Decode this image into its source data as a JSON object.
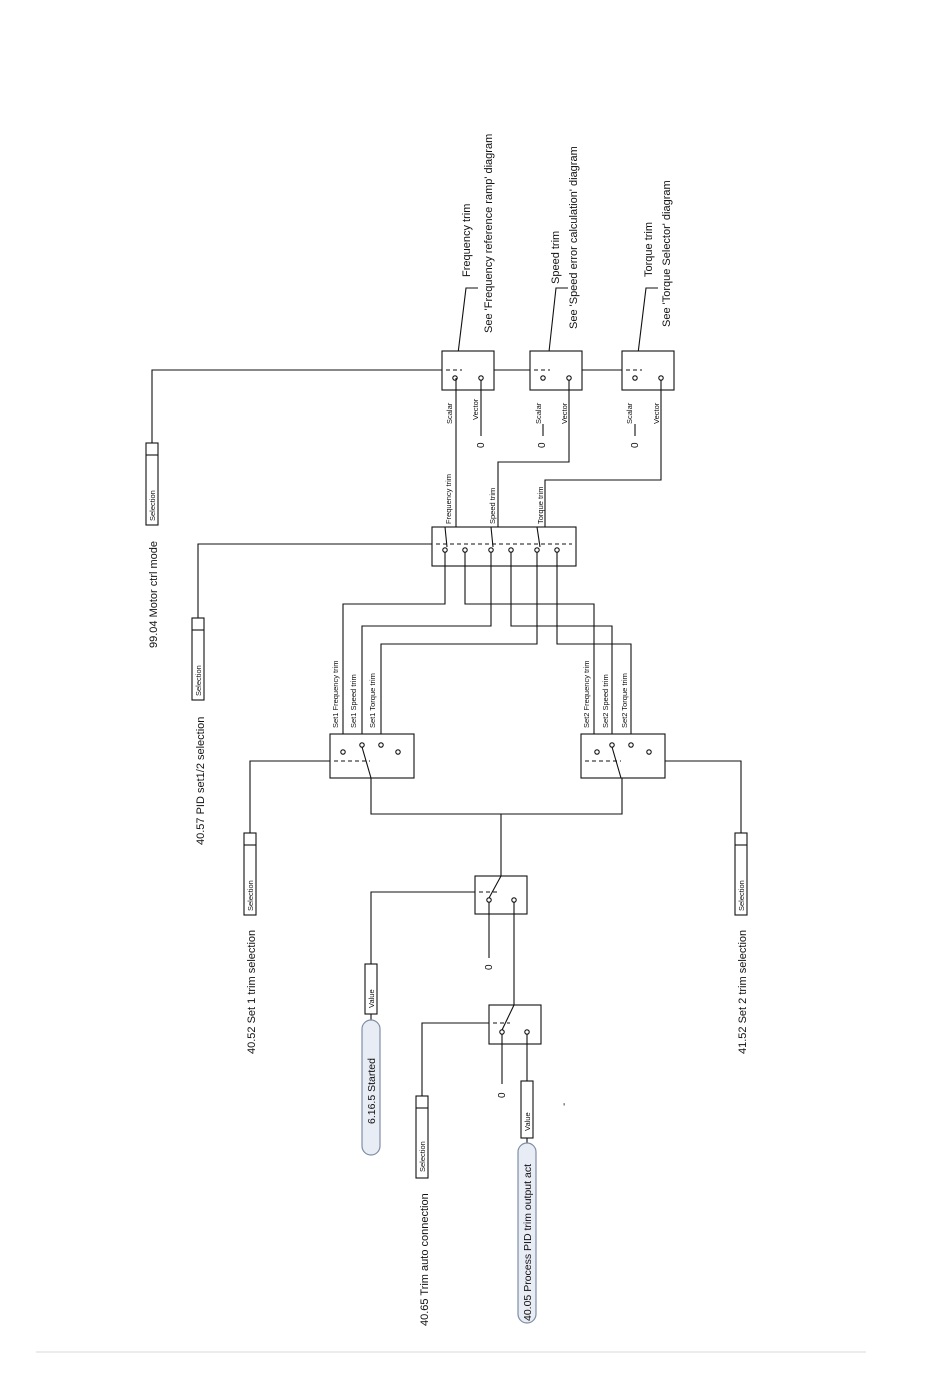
{
  "outputs": {
    "frequency": {
      "title": "Frequency trim",
      "see": "See 'Frequency reference ramp' diagram"
    },
    "speed": {
      "title": "Speed trim",
      "see": "See 'Speed error calculation' diagram"
    },
    "torque": {
      "title": "Torque trim",
      "see": "See 'Torque Selector' diagram"
    }
  },
  "params": {
    "motor_ctrl_mode": "99.04 Motor ctrl mode",
    "pid_set_selection": "40.57 PID set1/2 selection",
    "set1_trim_selection": "40.52 Set 1 trim selection",
    "set2_trim_selection": "41.52 Set 2 trim selection",
    "trim_auto_connection": "40.65 Trim auto connection",
    "started": "6.16.5 Started",
    "pid_trim_output": "40.05 Process PID trim output act"
  },
  "tags": {
    "selection": "Selection",
    "value": "Value"
  },
  "switch_labels": {
    "scalar": "Scalar",
    "vector": "Vector",
    "zero": "0",
    "frequency_trim": "Frequency trim",
    "speed_trim": "Speed trim",
    "torque_trim": "Torque trim",
    "set1_frequency_trim": "Set1 Frequency trim",
    "set1_speed_trim": "Set1 Speed trim",
    "set1_torque_trim": "Set1 Torque trim",
    "set2_frequency_trim": "Set2 Frequency trim",
    "set2_speed_trim": "Set2 Speed trim",
    "set2_torque_trim": "Set2 Torque trim",
    "stray_mark": "-"
  },
  "colors": {
    "line": "#111111",
    "pill_fill": "#e8ecf5",
    "pill_stroke": "#7f8ea5",
    "rule": "#d9d9d9"
  }
}
